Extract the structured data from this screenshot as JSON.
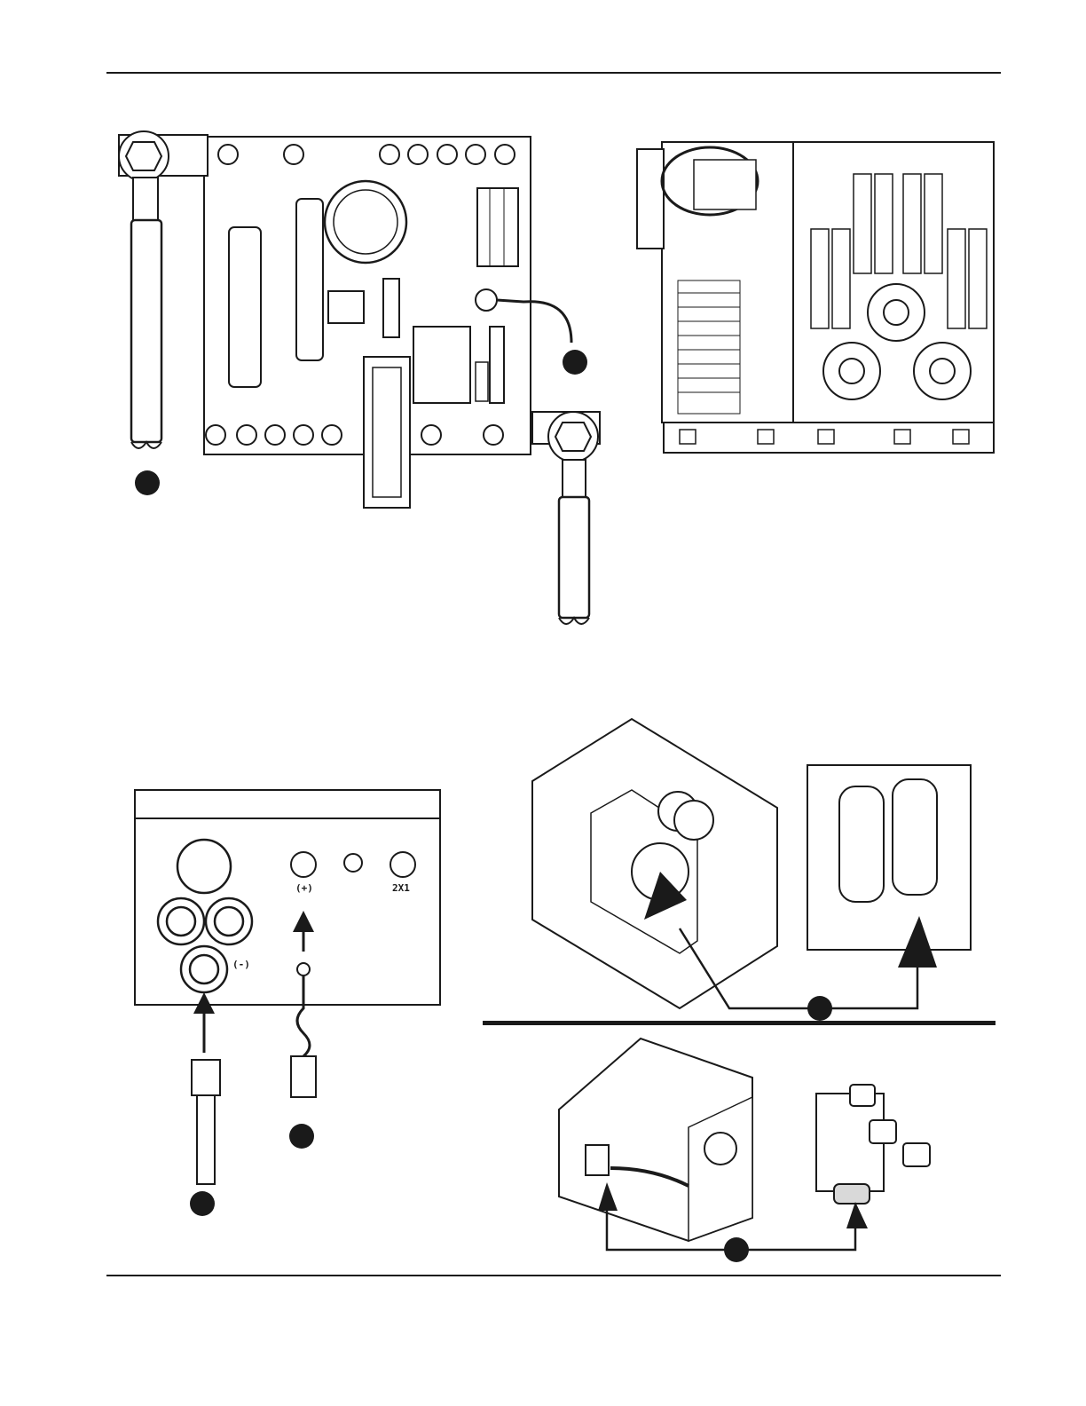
{
  "panels": {
    "front_panel": {
      "label_positive": "(+)",
      "label_negative": "(-)",
      "label_2x1": "2X1"
    }
  },
  "callouts": [
    {
      "id": "callout-1"
    },
    {
      "id": "callout-2"
    },
    {
      "id": "callout-3"
    },
    {
      "id": "callout-4"
    },
    {
      "id": "callout-5"
    },
    {
      "id": "callout-6"
    }
  ],
  "colors": {
    "ink": "#1a1a1a",
    "paper": "#ffffff",
    "shade": "#d9d9d9"
  }
}
